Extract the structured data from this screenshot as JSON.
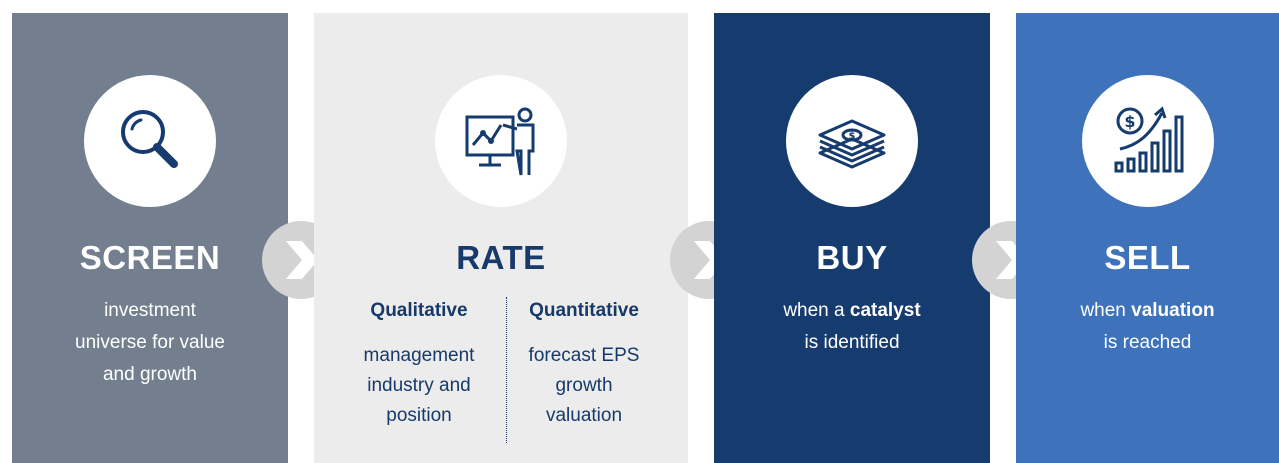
{
  "steps": [
    {
      "title": "SCREEN",
      "icon": "magnifying-glass-icon",
      "lines": [
        "investment",
        "universe for value",
        "and growth"
      ]
    },
    {
      "title": "RATE",
      "icon": "presentation-chart-icon",
      "qualitative": {
        "heading": "Qualitative",
        "items": [
          "management",
          "industry and",
          "position"
        ]
      },
      "quantitative": {
        "heading": "Quantitative",
        "items": [
          "forecast EPS",
          "growth",
          "valuation"
        ]
      }
    },
    {
      "title": "BUY",
      "icon": "money-stack-icon",
      "line1_pre": "when a ",
      "line1_bold": "catalyst",
      "line2": "is identified"
    },
    {
      "title": "SELL",
      "icon": "rising-bar-chart-dollar-icon",
      "line1_pre": "when ",
      "line1_bold": "valuation",
      "line2": "is reached"
    }
  ],
  "connector_icon": "chevron-right-icon",
  "colors": {
    "screen_bg": "#737f8e",
    "rate_bg": "#ececec",
    "buy_bg": "#163b6e",
    "sell_bg": "#3e72bb",
    "navy_text": "#173a6a",
    "connector": "#d3d3d3"
  }
}
